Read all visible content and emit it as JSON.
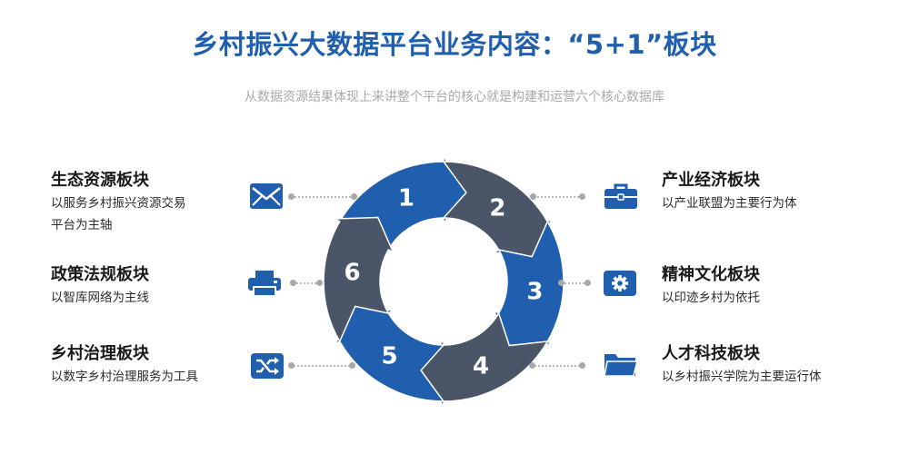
{
  "title": "乡村振兴大数据平台业务内容：“5+1”板块",
  "subtitle": "从数据资源结果体现上来讲整个平台的核心就是构建和运营六个核心数据库",
  "colors": {
    "blue": "#1f5fae",
    "dark": "#4a5668",
    "text": "#1a1a1a",
    "grey": "#a9a9a9"
  },
  "cycle": {
    "labels": [
      "1",
      "2",
      "3",
      "4",
      "5",
      "6"
    ]
  },
  "left": [
    {
      "title": "生态资源板块",
      "desc1": "以服务乡村振兴资源交易",
      "desc2": "平台为主轴",
      "icon": "envelope-icon"
    },
    {
      "title": "政策法规板块",
      "desc1": "以智库网络为主线",
      "icon": "printer-icon"
    },
    {
      "title": "乡村治理板块",
      "desc1": "以数字乡村治理服务为工具",
      "icon": "shuffle-icon"
    }
  ],
  "right": [
    {
      "title": "产业经济板块",
      "desc1": "以产业联盟为主要行为体",
      "icon": "briefcase-icon"
    },
    {
      "title": "精神文化板块",
      "desc1": "以印迹乡村为依托",
      "icon": "gear-icon"
    },
    {
      "title": "人才科技板块",
      "desc1": "以乡村振兴学院为主要运行体",
      "icon": "folder-icon"
    }
  ]
}
